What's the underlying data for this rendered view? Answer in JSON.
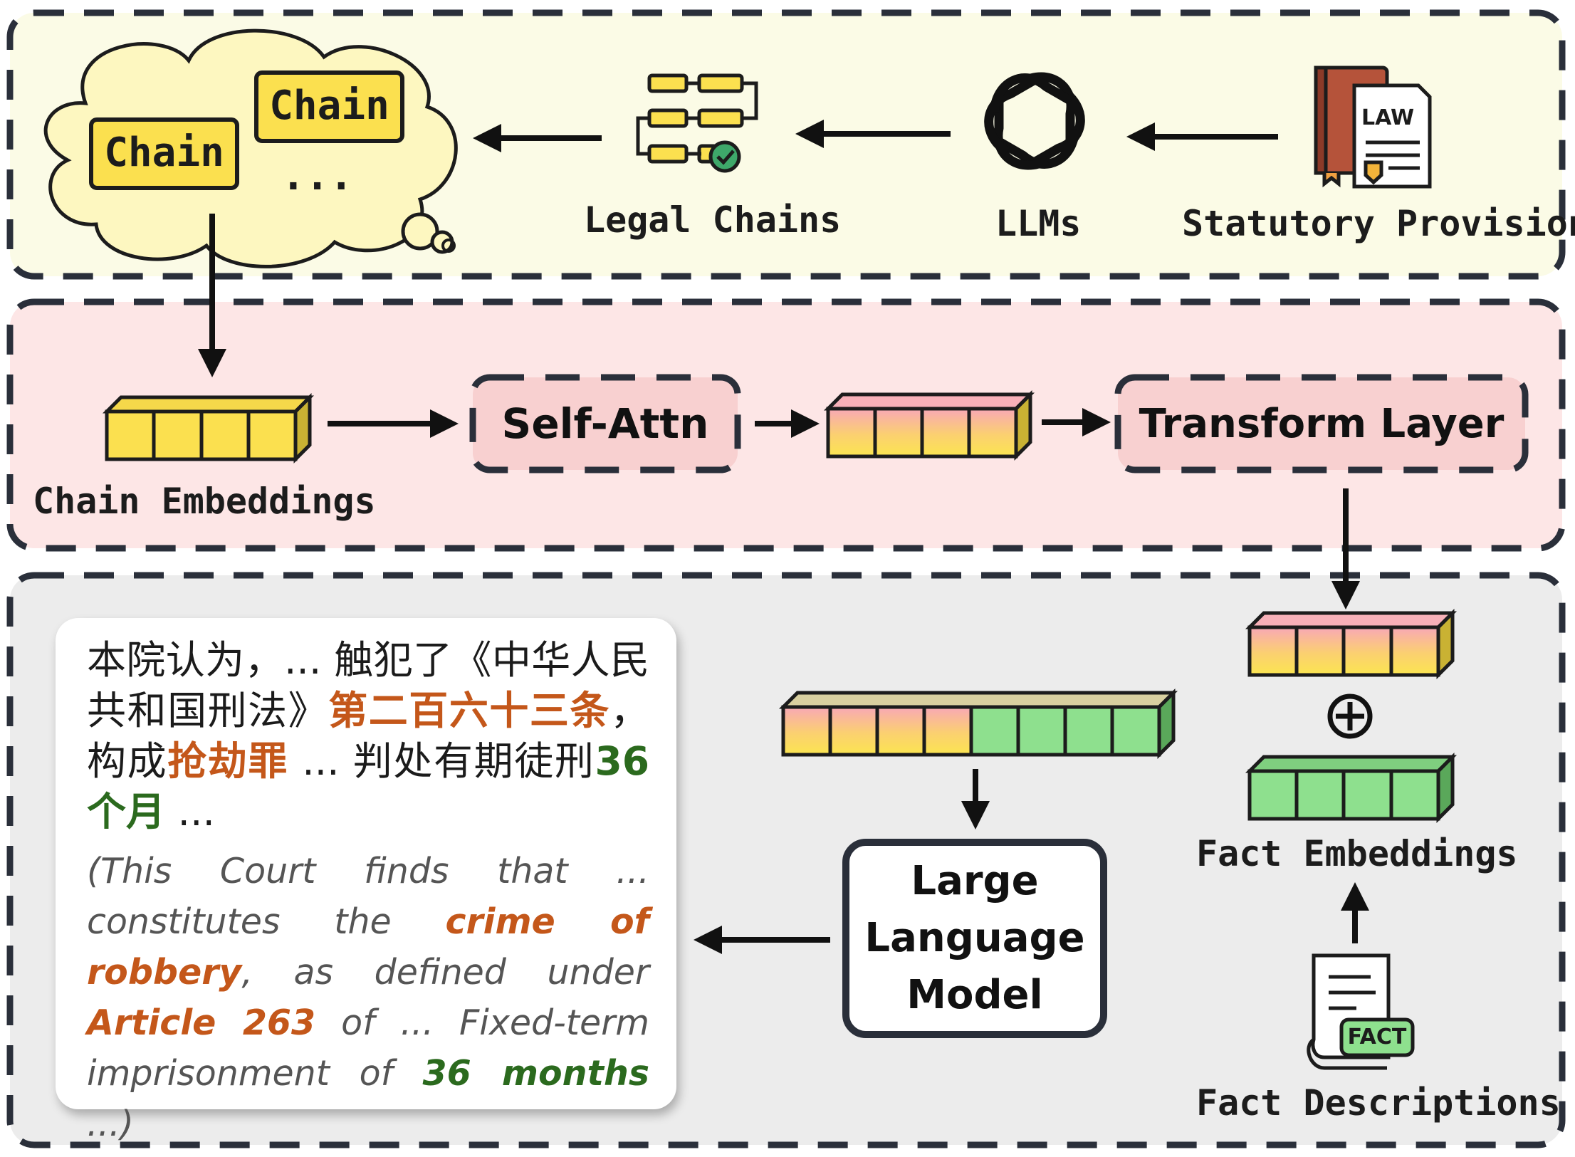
{
  "top_panel": {
    "cloud_chain_1": "Chain",
    "cloud_chain_2": "Chain",
    "cloud_ellipsis": "...",
    "legal_chains_label": "Legal Chains",
    "llms_label": "LLMs",
    "statutory_label": "Statutory Provision",
    "law_icon_text": "LAW"
  },
  "middle_panel": {
    "chain_embeddings_label": "Chain Embeddings",
    "self_attn_label": "Self-Attn",
    "transform_layer_label": "Transform Layer"
  },
  "bottom_panel": {
    "llm_box_line1": "Large",
    "llm_box_line2": "Language",
    "llm_box_line3": "Model",
    "plus_symbol": "⊕",
    "fact_embeddings_label": "Fact Embeddings",
    "fact_descriptions_label": "Fact Descriptions",
    "fact_icon_text": "FACT",
    "output_zh": {
      "part1": "本院认为，... 触犯了《中华人民共和国刑法》",
      "article": "第二百六十三条",
      "part2": "，构成",
      "crime": "抢劫罪",
      "part3": " ... 判处有期徒刑",
      "term": "36个月",
      "part4": " ..."
    },
    "output_en": {
      "part1": "(This Court finds that ... constitutes the ",
      "crime": "crime of robbery",
      "part2": ", as defined under ",
      "article": "Article 263",
      "part3": " of ... Fixed-term imprisonment of ",
      "term": "36 months",
      "part4": " ...)"
    }
  },
  "colors": {
    "top_panel_bg": "#fbfbe6",
    "middle_panel_bg": "#fde6e6",
    "bottom_panel_bg": "#ececec",
    "cloud_fill": "#fdf7c0",
    "chain_yellow": "#fbe04f",
    "pink_box": "#f8d0d0",
    "fact_green": "#8ee08e",
    "highlight_orange": "#c4571a",
    "highlight_green": "#2b6a1e"
  }
}
